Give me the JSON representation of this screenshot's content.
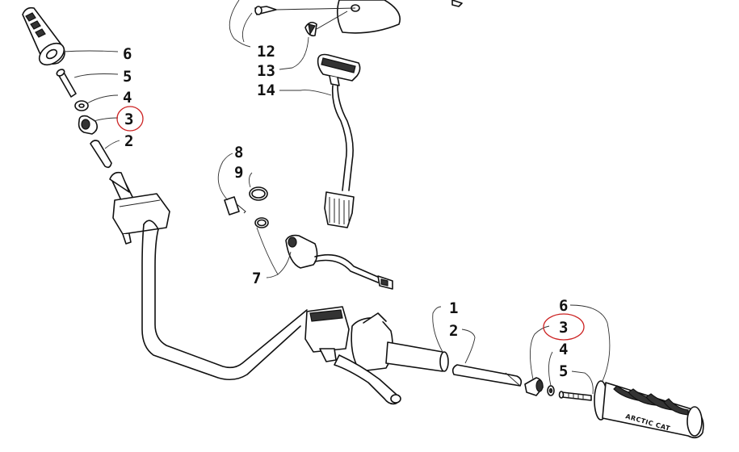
{
  "diagram": {
    "callouts": {
      "left_6": "6",
      "left_5": "5",
      "left_4": "4",
      "left_3": "3",
      "left_2": "2",
      "top_12": "12",
      "top_13": "13",
      "top_14": "14",
      "mid_8": "8",
      "mid_9": "9",
      "mid_7": "7",
      "right_1": "1",
      "right_2": "2",
      "right_6": "6",
      "right_3": "3",
      "right_4": "4",
      "right_5": "5"
    },
    "grip_brand": "ARCTIC CAT",
    "highlight_color": "#cc2222"
  }
}
